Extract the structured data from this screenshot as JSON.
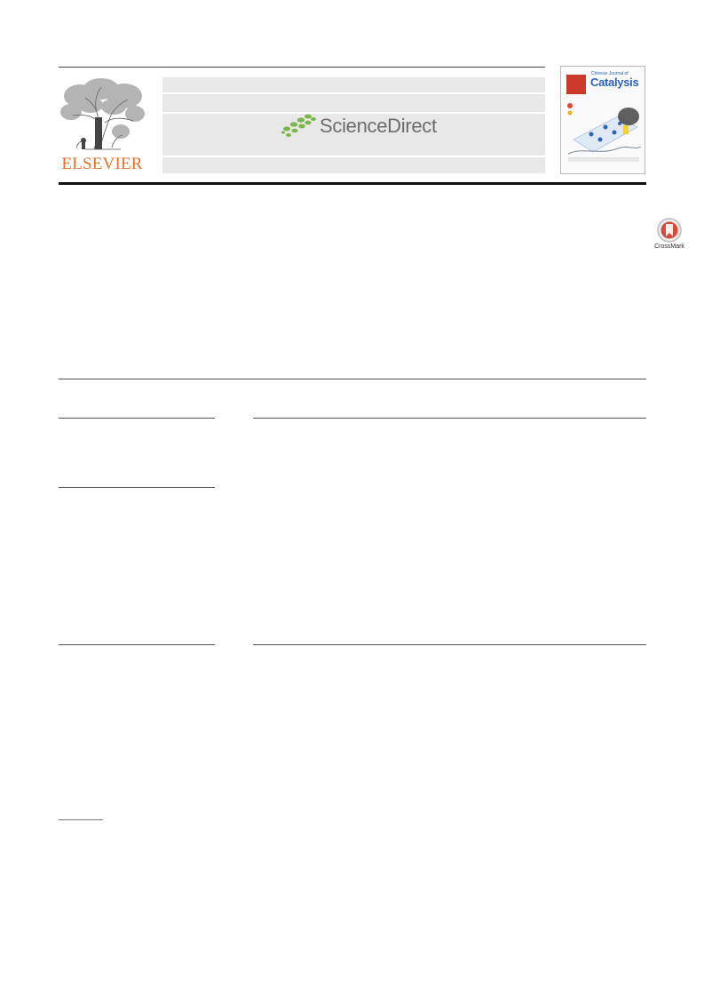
{
  "header": {
    "publisher_wordmark": "ELSEVIER",
    "platform_name": "ScienceDirect",
    "brand_colors": {
      "elsevier_orange": "#e4722b",
      "sciencedirect_green": "#7ab648",
      "sciencedirect_grey": "#6d6d6d",
      "band_grey": "#e8e8e8"
    }
  },
  "journal_cover": {
    "title": "Catalysis",
    "subtitle": "Chinese Journal of"
  },
  "crossmark": {
    "label": "CrossMark",
    "icon": "crossmark-icon"
  }
}
